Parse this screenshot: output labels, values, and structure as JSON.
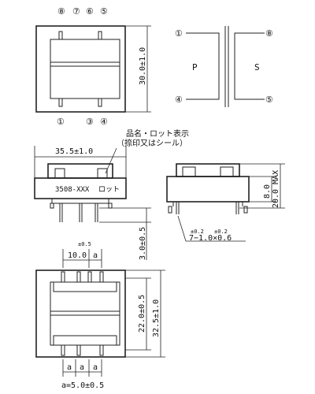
{
  "top_view": {
    "pins_top": [
      "⑧",
      "⑦",
      "⑥",
      "⑤"
    ],
    "pins_bottom": [
      "①",
      "③",
      "④"
    ],
    "height_dim": "30.0±1.0"
  },
  "schematic": {
    "pin_tl": "①",
    "pin_bl": "④",
    "pin_tr": "⑧",
    "pin_br": "⑤",
    "primary_label": "P",
    "secondary_label": "S"
  },
  "front_view": {
    "note_line1": "品名・ロット表示",
    "note_line2": "（捺印又はシール）",
    "width_dim": "35.5±1.0",
    "marking_part": "3508-XXX",
    "marking_lot": "ロット",
    "pin_length_dim": "3.0±0.5"
  },
  "side_view": {
    "dim_8": "8.0",
    "dim_height": "20.0 MAX",
    "tol_left": "±0.2",
    "tol_right": "±0.2",
    "pin_dim": "7−1.0×0.6"
  },
  "bottom_view": {
    "tol_top": "±0.5",
    "dim_10": "10.0",
    "dim_a_top": "a",
    "dim_22": "22.0±0.5",
    "dim_32": "32.5±1.0",
    "dim_a_bottom": [
      "a",
      "a",
      "a"
    ],
    "a_def": "a=5.0±0.5"
  }
}
